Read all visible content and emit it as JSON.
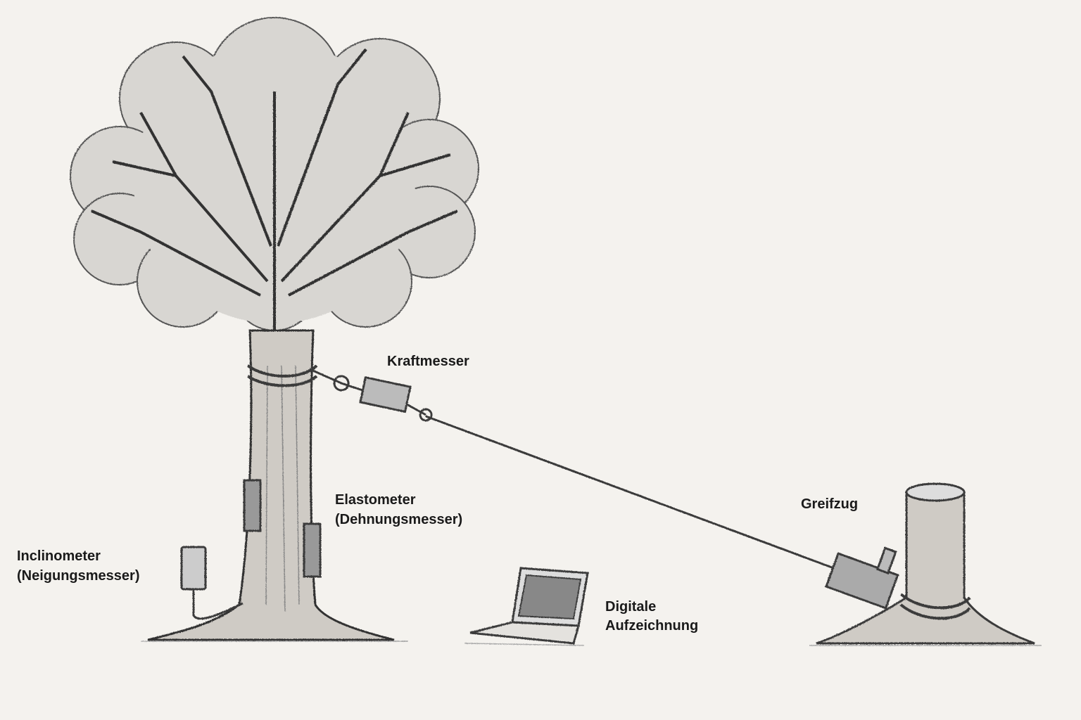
{
  "labels": {
    "kraftmesser": "Kraftmesser",
    "elastometer_line1": "Elastometer",
    "elastometer_line2": "(Dehnungsmesser)",
    "inclinometer_line1": "Inclinometer",
    "inclinometer_line2": "(Neigungsmesser)",
    "greifzug": "Greifzug",
    "digital_line1": "Digitale",
    "digital_line2": "Aufzeichnung"
  },
  "colors": {
    "background": "#f4f2ee",
    "pencil": "#3a3a3a",
    "crown_fill": "#d8d6d2",
    "text": "#1a1a1a"
  }
}
